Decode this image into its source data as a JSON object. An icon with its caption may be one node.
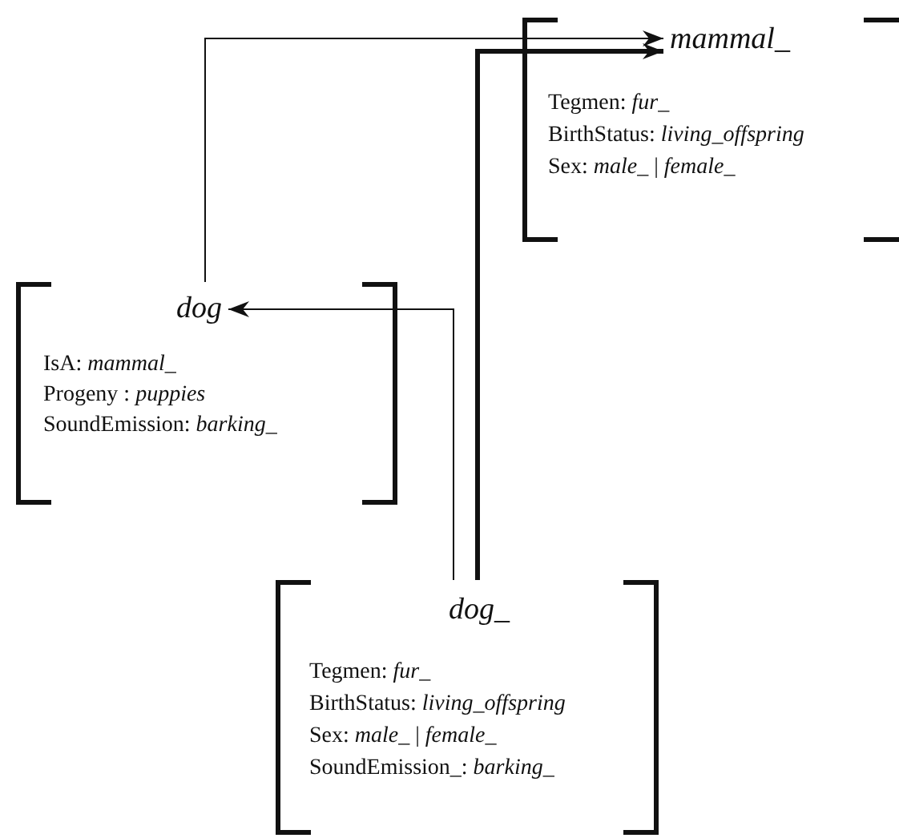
{
  "diagram": {
    "nodes": [
      {
        "text": [
          "mammal_",
          "Tegmen: *fur_*",
          "BirthStatus: *living_offspring*",
          "Sex: *male_* | *female_*"
        ]
      },
      {
        "text": [
          "dog",
          "IsA: *mammal_*",
          "Progeny : *puppies*",
          "SoundEmission: *barking_*"
        ]
      },
      {
        "text": [
          "dog_",
          "Tegmen: *fur_*",
          "BirthStatus: *living_offspring*",
          "Sex: *male_* | *female_*",
          "SoundEmission_: *barking_*"
        ]
      }
    ],
    "edges": [
      {
        "from": 1,
        "to": 0,
        "arrow": "to"
      },
      {
        "from": 2,
        "to": 0,
        "arrow": "to",
        "style": "thick"
      },
      {
        "from": 2,
        "to": 1,
        "arrow": "to"
      }
    ]
  }
}
